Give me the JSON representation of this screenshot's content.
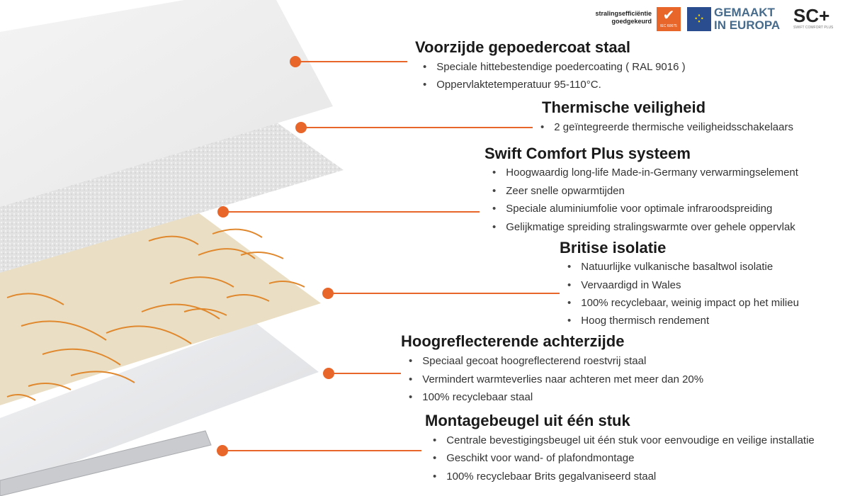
{
  "logos": {
    "certification_text_1": "stralingsefficiëntie",
    "certification_text_2": "goedgekeurd",
    "iec_badge": "IEC 60675",
    "eu_line1": "GEMAAKT",
    "eu_line2": "IN EUROPA",
    "brand_mark": "SC+",
    "brand_sub": "SWIFT COMFORT PLUS"
  },
  "colors": {
    "accent": "#e8662a",
    "eu_blue": "#2a4d8f",
    "eu_text": "#466b8c"
  },
  "sections": [
    {
      "title": "Voorzijde gepoedercoat staal",
      "bullets": [
        "Speciale hittebestendige poedercoating ( RAL 9016 )",
        "Oppervlaktetemperatuur 95-110°C."
      ]
    },
    {
      "title": "Thermische veiligheid",
      "bullets": [
        "2 geïntegreerde thermische veiligheidsschakelaars"
      ]
    },
    {
      "title": "Swift Comfort Plus systeem",
      "bullets": [
        "Hoogwaardig long-life Made-in-Germany verwarmingselement",
        "Zeer snelle opwarmtijden",
        "Speciale aluminiumfolie voor optimale infraroodspreiding",
        "Gelijkmatige spreiding stralingswarmte over gehele oppervlak"
      ]
    },
    {
      "title": "Britise isolatie",
      "bullets": [
        "Natuurlijke vulkanische basaltwol isolatie",
        "Vervaardigd in Wales",
        "100% recyclebaar, weinig impact op het milieu",
        "Hoog thermisch rendement"
      ]
    },
    {
      "title": "Hoogreflecterende achterzijde",
      "bullets": [
        "Speciaal gecoat hoogreflecterend roestvrij staal",
        "Vermindert warmteverlies naar achteren met meer dan 20%",
        "100% recyclebaar staal"
      ]
    },
    {
      "title": "Montagebeugel uit één stuk",
      "bullets": [
        "Centrale bevestigingsbeugel uit één stuk voor eenvoudige en veilige installatie",
        "Geschikt voor wand- of plafondmontage",
        "100% recyclebaar Brits gegalvaniseerd staal"
      ]
    }
  ]
}
